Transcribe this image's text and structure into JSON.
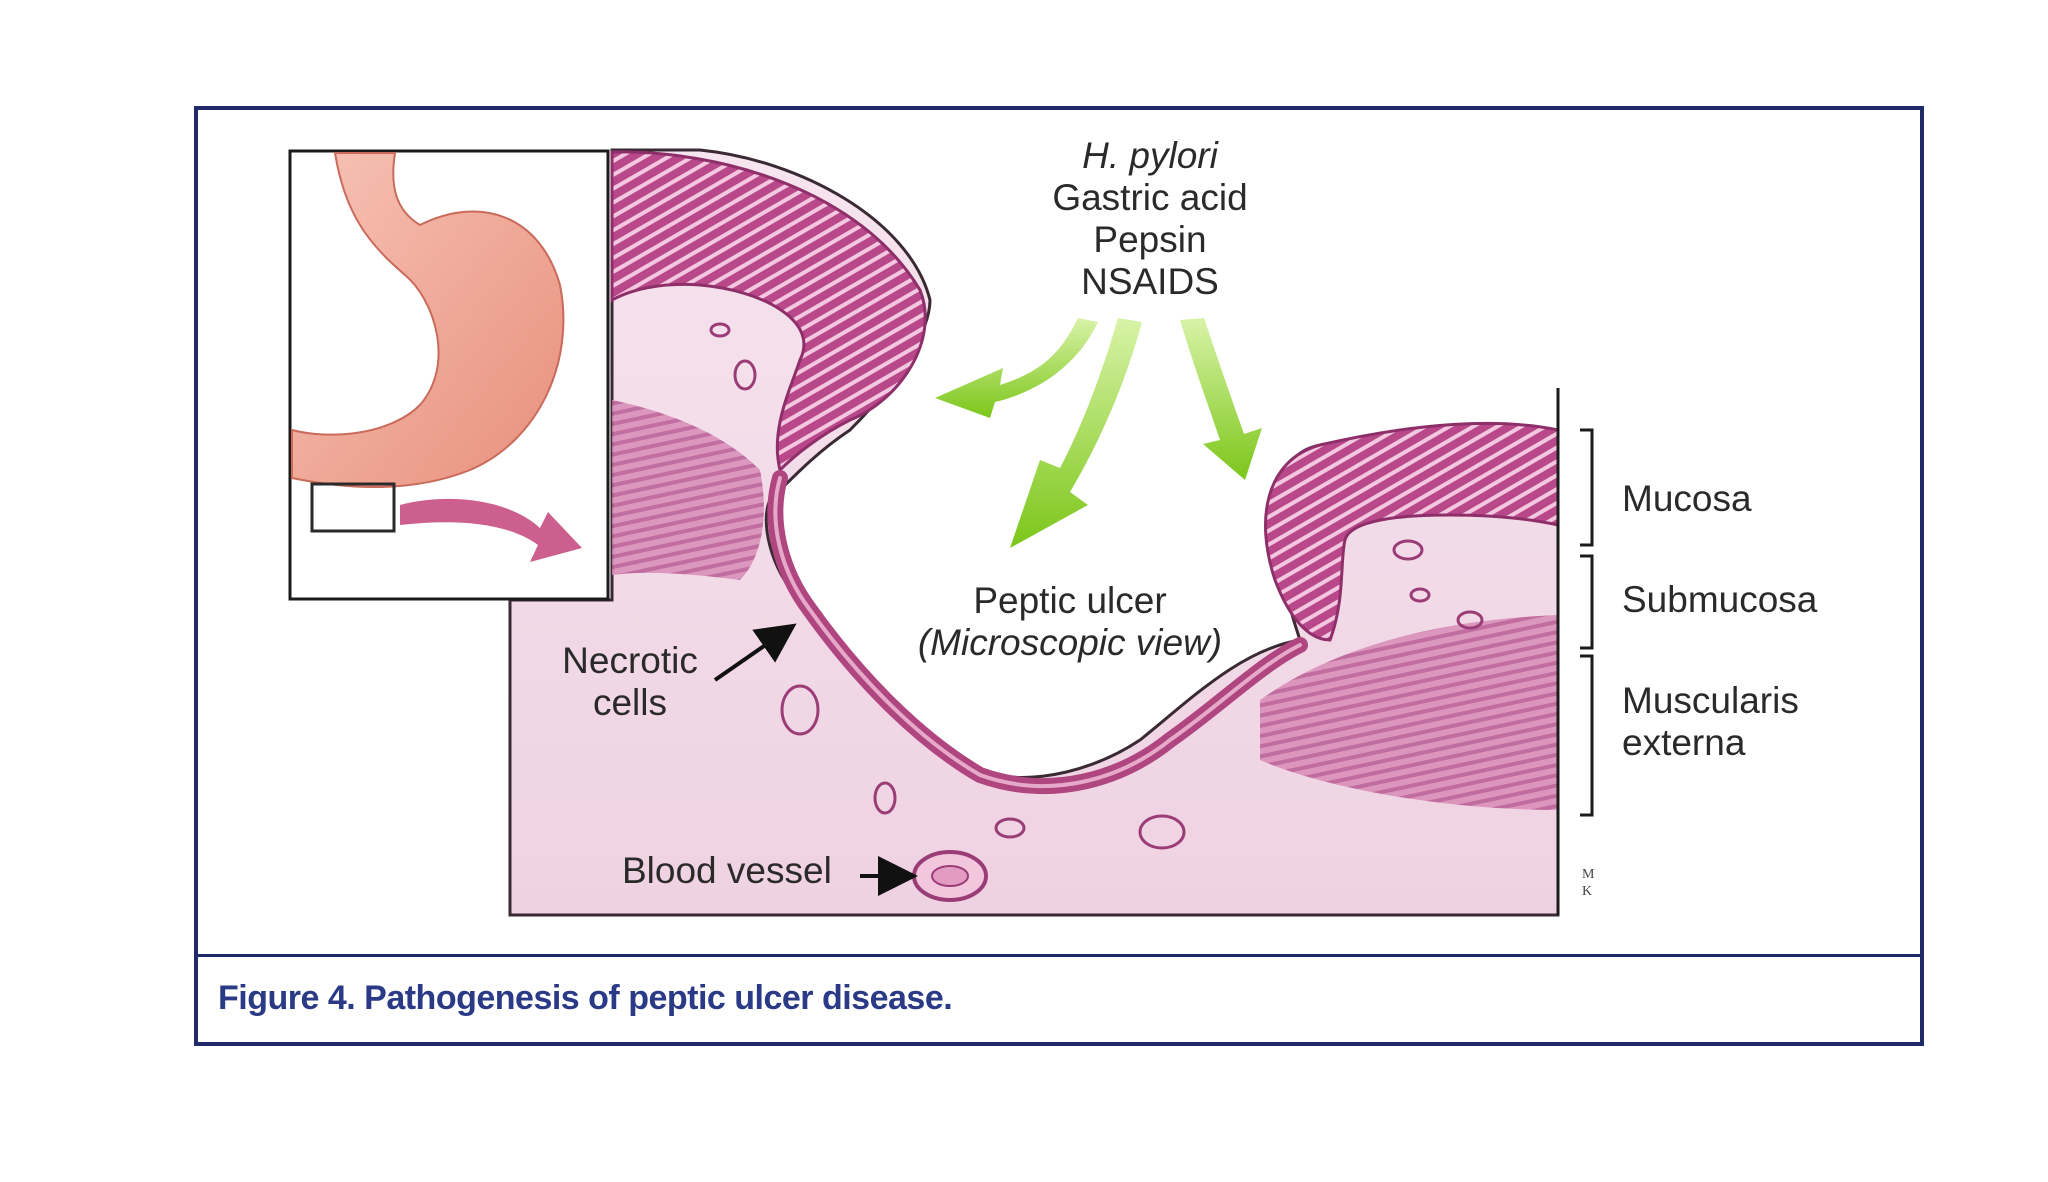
{
  "factors": {
    "items": [
      "H. pylori",
      "Gastric acid",
      "Pepsin",
      "NSAIDS"
    ]
  },
  "ulcer": {
    "title": "Peptic ulcer",
    "subtitle": "(Microscopic view)"
  },
  "necrotic": {
    "line1": "Necrotic",
    "line2": "cells"
  },
  "blood_vessel": {
    "label": "Blood vessel"
  },
  "layers": {
    "mucosa": "Mucosa",
    "submucosa": "Submucosa",
    "muscularis_line1": "Muscularis",
    "muscularis_line2": "externa"
  },
  "caption": "Figure 4. Pathogenesis of peptic ulcer disease.",
  "colors": {
    "frame": "#1f2a6b",
    "caption_text": "#2b3a86",
    "tissue": "#f3dbe8",
    "mucosa": "#b84a8e",
    "arrow_green": "#8fd12c",
    "stomach": "#f0a898"
  }
}
